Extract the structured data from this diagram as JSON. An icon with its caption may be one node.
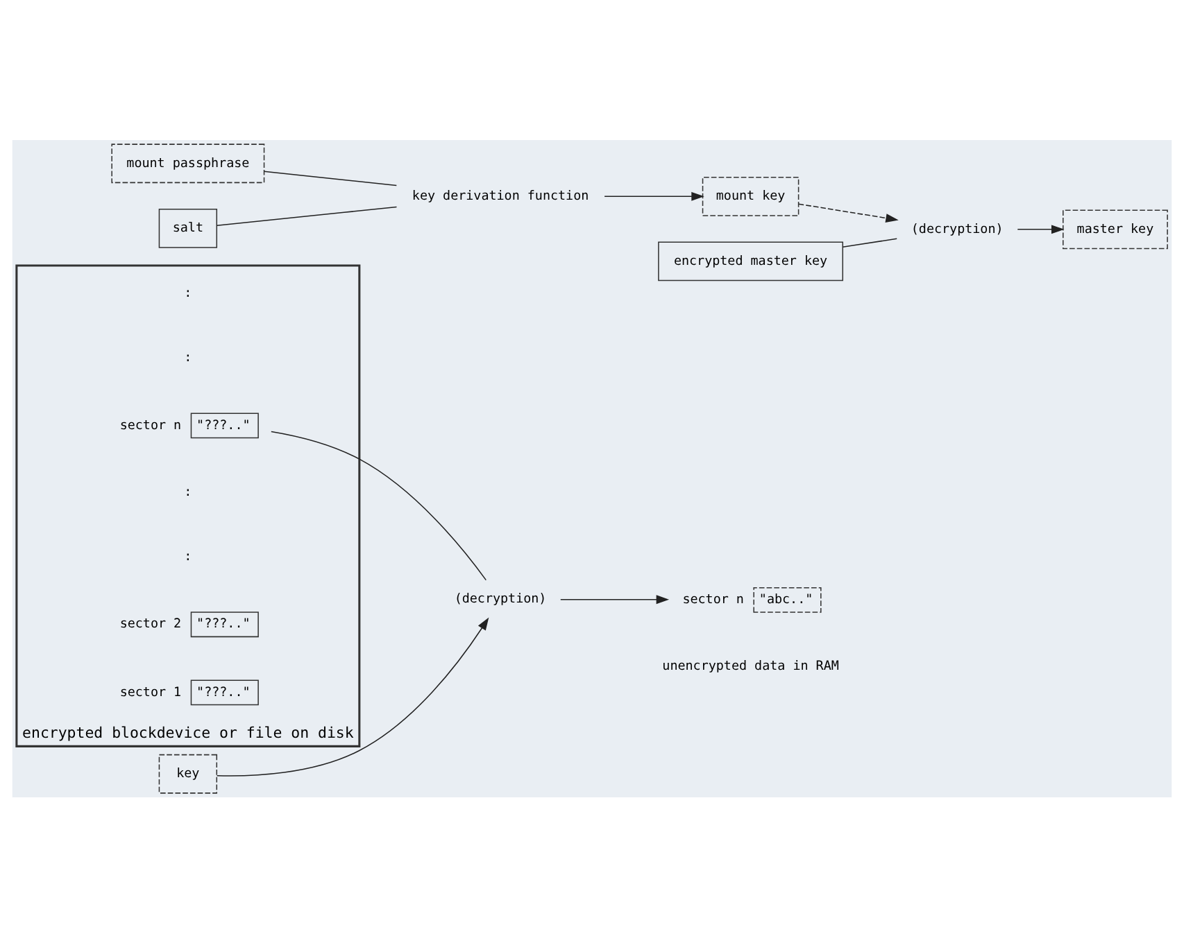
{
  "diagram": {
    "nodes": [
      {
        "text": [
          "encrypted blockdevice or file on disk"
        ]
      },
      {
        "text": [
          "\"???..\""
        ],
        "beside": [
          "sector 1"
        ],
        "in": 0
      },
      {
        "text": [
          "\"???..\""
        ],
        "beside": [
          "sector 2"
        ],
        "in": 0
      },
      {
        "text": [
          "\"???..\""
        ],
        "beside": [
          "sector n"
        ],
        "in": 0
      },
      {
        "text": [
          "key"
        ]
      },
      {
        "text": [
          "(decryption)"
        ]
      },
      {
        "text": [
          "\"abc..\""
        ],
        "beside": [
          "sector n"
        ]
      },
      {
        "text": [
          "mount passphrase"
        ]
      },
      {
        "text": [
          "salt"
        ]
      },
      {
        "text": [
          "key derivation function"
        ]
      },
      {
        "text": [
          "mount key"
        ]
      },
      {
        "text": [
          "encrypted master key"
        ]
      },
      {
        "text": [
          "(decryption)"
        ]
      },
      {
        "text": [
          "master key"
        ]
      }
    ],
    "edges": [
      {
        "from": 3,
        "to": 5,
        "arrow": "none"
      },
      {
        "from": 4,
        "to": 5,
        "arrow": "to"
      },
      {
        "from": 5,
        "to": 6,
        "arrow": "to"
      },
      {
        "from": 7,
        "to": 9,
        "arrow": "none"
      },
      {
        "from": 8,
        "to": 9,
        "arrow": "none"
      },
      {
        "from": 9,
        "to": 10,
        "arrow": "to"
      },
      {
        "from": 10,
        "to": 12,
        "arrow": "to",
        "style": "dashed"
      },
      {
        "from": 11,
        "to": 12,
        "arrow": "none"
      },
      {
        "from": 12,
        "to": 13,
        "arrow": "to"
      }
    ],
    "labels": [
      ":",
      ":",
      ":",
      ":",
      "unencrypted data in RAM"
    ]
  }
}
